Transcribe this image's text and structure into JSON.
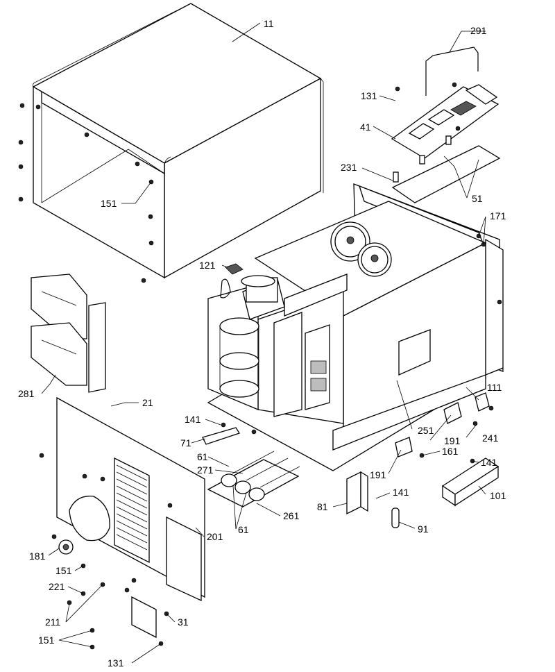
{
  "diagram": {
    "callouts": [
      {
        "id": "c11",
        "label": "11"
      },
      {
        "id": "c291",
        "label": "291"
      },
      {
        "id": "c131a",
        "label": "131"
      },
      {
        "id": "c41",
        "label": "41"
      },
      {
        "id": "c231",
        "label": "231"
      },
      {
        "id": "c51",
        "label": "51"
      },
      {
        "id": "c171",
        "label": "171"
      },
      {
        "id": "c151a",
        "label": "151"
      },
      {
        "id": "c121",
        "label": "121"
      },
      {
        "id": "c281",
        "label": "281"
      },
      {
        "id": "c21",
        "label": "21"
      },
      {
        "id": "c141a",
        "label": "141"
      },
      {
        "id": "c71",
        "label": "71"
      },
      {
        "id": "c61a",
        "label": "61"
      },
      {
        "id": "c271",
        "label": "271"
      },
      {
        "id": "c251",
        "label": "251"
      },
      {
        "id": "c111",
        "label": "111"
      },
      {
        "id": "c191a",
        "label": "191"
      },
      {
        "id": "c241",
        "label": "241"
      },
      {
        "id": "c161",
        "label": "161"
      },
      {
        "id": "c191b",
        "label": "191"
      },
      {
        "id": "c141b",
        "label": "141"
      },
      {
        "id": "c101",
        "label": "101"
      },
      {
        "id": "c81",
        "label": "81"
      },
      {
        "id": "c141c",
        "label": "141"
      },
      {
        "id": "c261",
        "label": "261"
      },
      {
        "id": "c61b",
        "label": "61"
      },
      {
        "id": "c91",
        "label": "91"
      },
      {
        "id": "c201",
        "label": "201"
      },
      {
        "id": "c181",
        "label": "181"
      },
      {
        "id": "c151b",
        "label": "151"
      },
      {
        "id": "c221",
        "label": "221"
      },
      {
        "id": "c211",
        "label": "211"
      },
      {
        "id": "c31",
        "label": "31"
      },
      {
        "id": "c151c",
        "label": "151"
      },
      {
        "id": "c131b",
        "label": "131"
      }
    ]
  }
}
